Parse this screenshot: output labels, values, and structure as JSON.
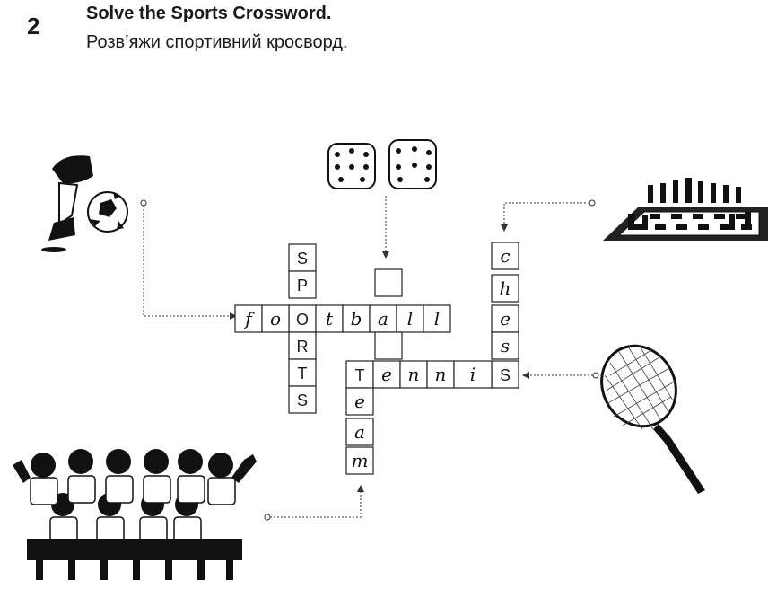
{
  "task": {
    "number": "2",
    "title": "Solve the Sports Crossword.",
    "subtitle": "Розв’яжи спортивний кросворд."
  },
  "crossword": {
    "printed_word": [
      "S",
      "P",
      "O",
      "R",
      "T",
      "S"
    ],
    "answers": {
      "football": [
        "f",
        "o",
        "o",
        "t",
        "b",
        "a",
        "l",
        "l"
      ],
      "chess": [
        "c",
        "h",
        "e",
        "s",
        "S"
      ],
      "tennis": [
        "T",
        "e",
        "n",
        "n",
        "i",
        "S"
      ],
      "team": [
        "T",
        "e",
        "a",
        "m"
      ]
    }
  },
  "pictures": {
    "football": "soccer-kick-icon",
    "dice": "dice-icon",
    "chess": "chessboard-icon",
    "tennis": "tennis-racket-icon",
    "team": "team-photo-icon"
  }
}
